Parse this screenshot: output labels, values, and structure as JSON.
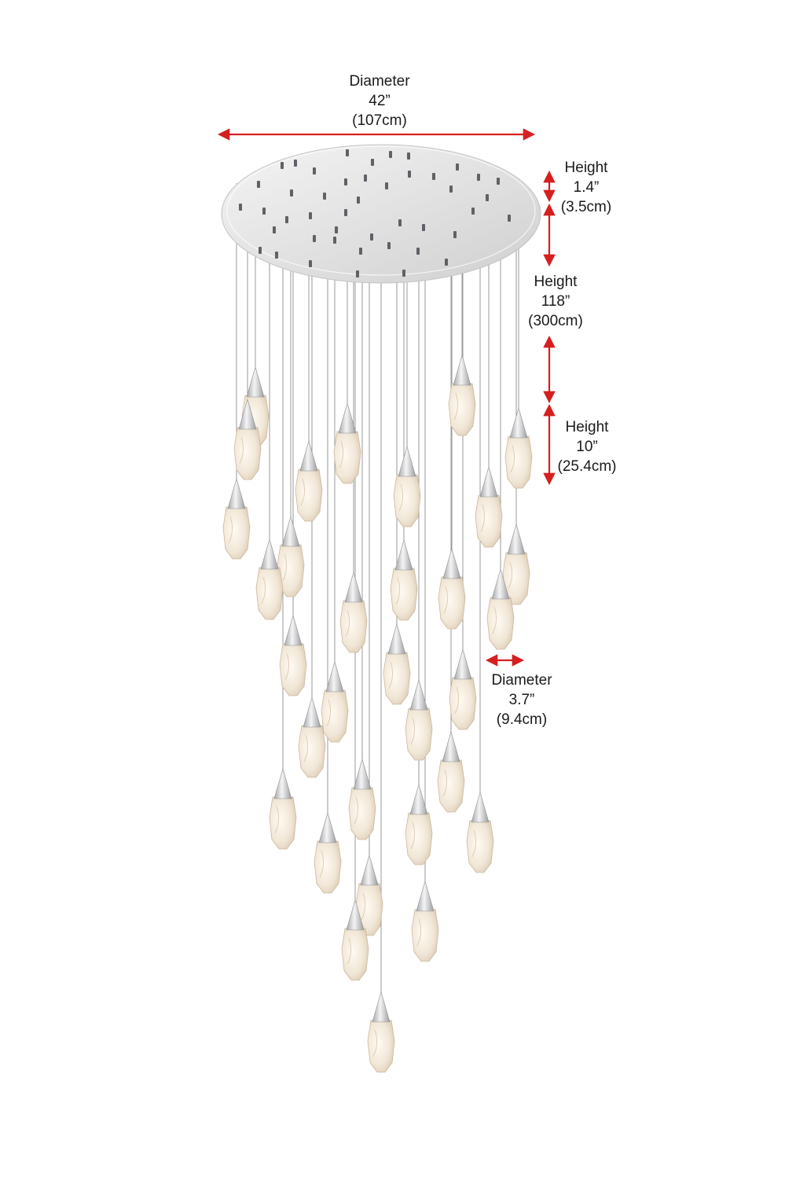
{
  "dimensions": {
    "canopy_diameter": {
      "label": "Diameter",
      "imperial": "42”",
      "metric": "(107cm)"
    },
    "canopy_height": {
      "label": "Height",
      "imperial": "1.4”",
      "metric": "(3.5cm)"
    },
    "overall_height": {
      "label": "Height",
      "imperial": "118”",
      "metric": "(300cm)"
    },
    "pendant_height": {
      "label": "Height",
      "imperial": "10”",
      "metric": "(25.4cm)"
    },
    "pendant_diameter": {
      "label": "Diameter",
      "imperial": "3.7”",
      "metric": "(9.4cm)"
    }
  },
  "colors": {
    "arrow": "#d61f1f",
    "canopy": "#e4e4e4",
    "cord": "#9a9a9a",
    "shade": "#efe6d8",
    "cap": "#cfd0d2"
  }
}
